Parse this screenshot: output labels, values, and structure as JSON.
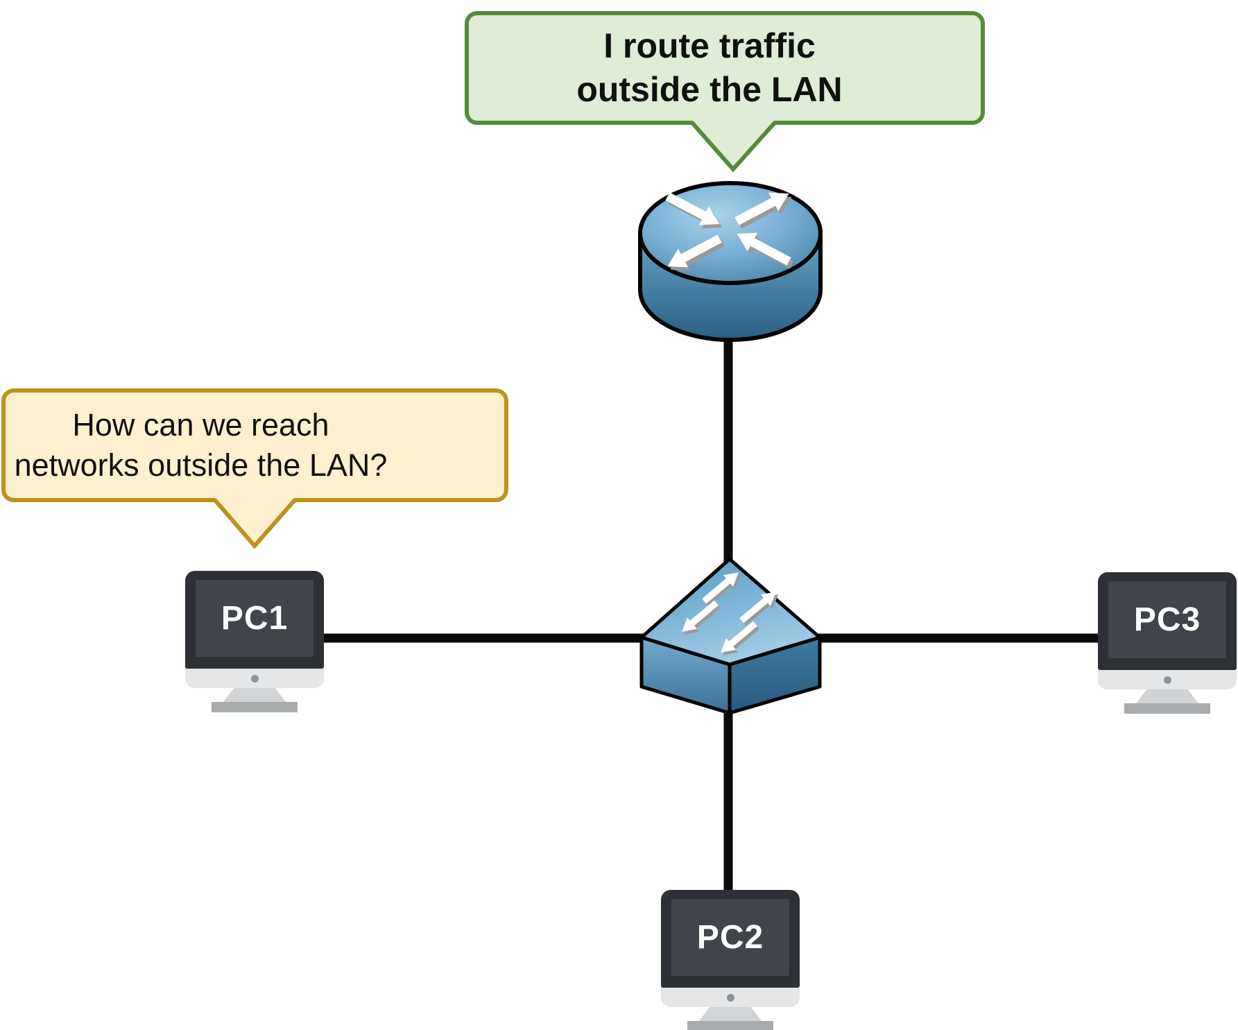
{
  "callouts": {
    "router_callout": {
      "line1": "I route traffic",
      "line2": "outside the LAN",
      "fill": "#dfecd6",
      "border": "#568a3a"
    },
    "pc1_callout": {
      "line1": "How can we reach",
      "line2": "networks outside the LAN?",
      "fill": "#fdf1cd",
      "border": "#bd921d"
    }
  },
  "devices": {
    "router": {
      "type": "router",
      "icon": "router-icon"
    },
    "switch": {
      "type": "switch",
      "icon": "switch-icon"
    },
    "pcs": [
      {
        "label": "PC1"
      },
      {
        "label": "PC2"
      },
      {
        "label": "PC3"
      }
    ]
  },
  "links": [
    {
      "from": "router",
      "to": "switch"
    },
    {
      "from": "PC1",
      "to": "switch"
    },
    {
      "from": "switch",
      "to": "PC3"
    },
    {
      "from": "switch",
      "to": "PC2"
    }
  ],
  "colors": {
    "green_fill": "#dfecd6",
    "green_border": "#568a3a",
    "yellow_fill": "#fdf1cd",
    "yellow_border": "#bd921d",
    "line": "#0a0a0a",
    "device_blue_light": "#a9d3ea",
    "device_blue_dark": "#2c5e83",
    "arrow_white": "#ffffff",
    "arrow_shadow": "#999999",
    "pc_bezel": "#2d3136",
    "pc_screen": "#3f454b",
    "pc_chin": "#e4e6e7",
    "pc_dot": "#8e9396",
    "pc_stand": "#d1d3d4",
    "pc_base": "#a7abad"
  }
}
